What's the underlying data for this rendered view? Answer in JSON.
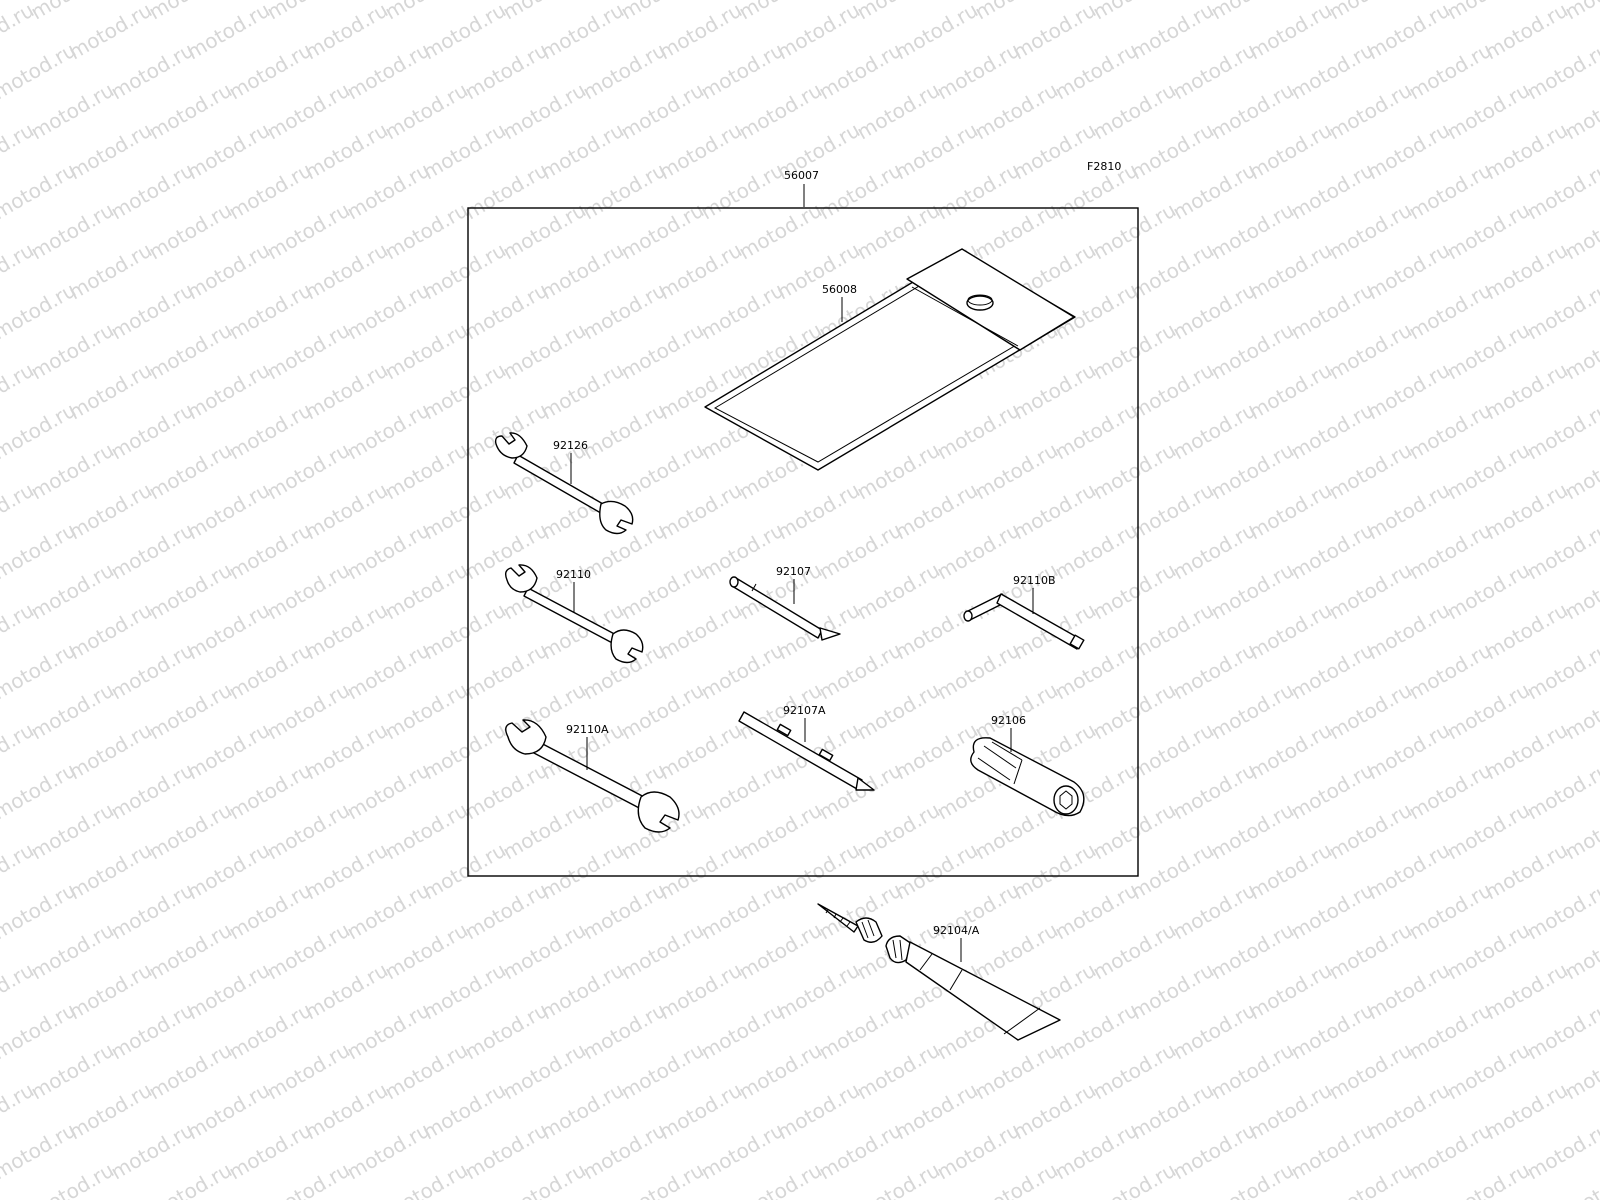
{
  "figure_code": "F2810",
  "watermark": "motod.ru",
  "parts": {
    "kit": "56007",
    "case": "56008",
    "wrench_a": "92126",
    "wrench_b": "92110",
    "wrench_c": "92110A",
    "screwdriver_bit": "92107",
    "screwdriver_double": "92107A",
    "hex_key": "92110B",
    "handle": "92106",
    "grease_tube": "92104/A"
  }
}
